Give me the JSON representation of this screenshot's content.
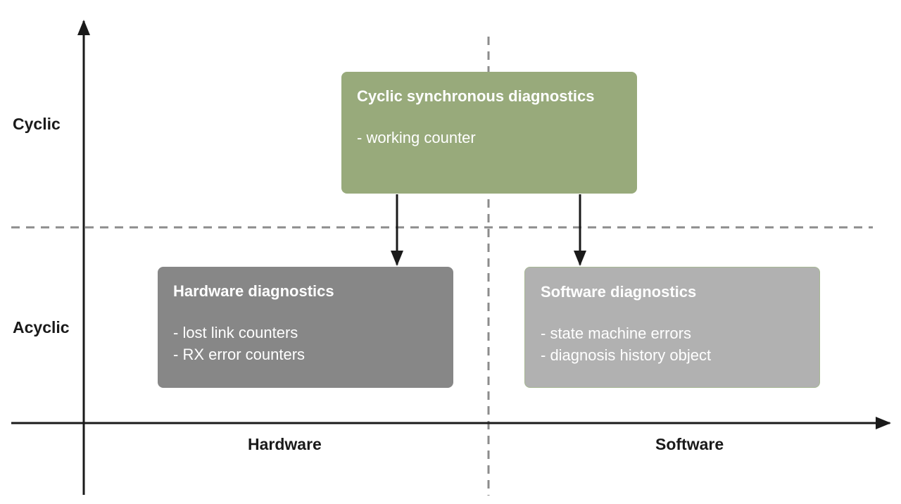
{
  "axes": {
    "y_top_label": "Cyclic",
    "y_bottom_label": "Acyclic",
    "x_left_label": "Hardware",
    "x_right_label": "Software"
  },
  "boxes": {
    "cyclic": {
      "title": "Cyclic synchronous diagnostics",
      "items": [
        "-  working counter"
      ],
      "color": "#98aa7b"
    },
    "hardware": {
      "title": "Hardware diagnostics",
      "items": [
        "- lost link counters",
        "- RX error counters"
      ],
      "color": "#878787"
    },
    "software": {
      "title": "Software diagnostics",
      "items": [
        "- state machine errors",
        "- diagnosis history object"
      ],
      "color": "#b1b1b1"
    }
  },
  "colors": {
    "axis": "#1a1a1a",
    "divider": "#8c8c8c"
  }
}
